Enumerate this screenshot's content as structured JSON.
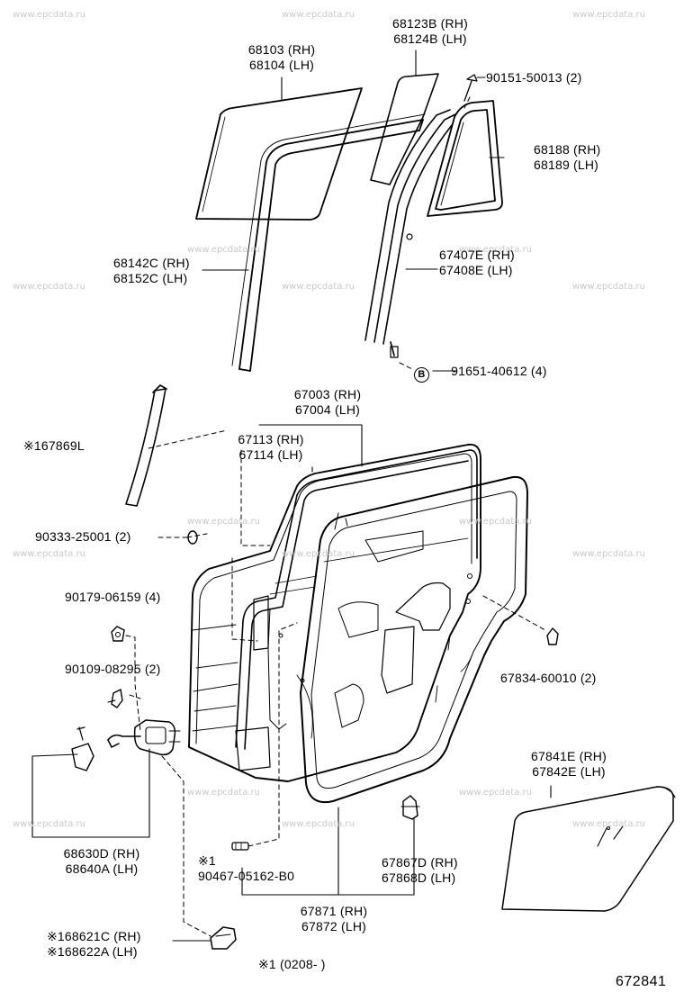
{
  "watermark": "www.epcdata.ru",
  "diagram_code": "672841",
  "footnote": "※1 (0208-        )",
  "labels": {
    "p68103": [
      "68103 (RH)",
      "68104 (LH)"
    ],
    "p68123": [
      "68123B (RH)",
      "68124B (LH)"
    ],
    "p90151": "90151-50013 (2)",
    "p68188": [
      "68188 (RH)",
      "68189 (LH)"
    ],
    "p68142": [
      "68142C (RH)",
      "68152C (LH)"
    ],
    "p67407": [
      "67407E (RH)",
      "67408E (LH)"
    ],
    "p91651": "91651-40612 (4)",
    "p91651_mark": "B",
    "p67003": [
      "67003 (RH)",
      "67004 (LH)"
    ],
    "p67113": [
      "67113 (RH)",
      "67114 (LH)"
    ],
    "p167869": "※167869L",
    "p90333": "90333-25001 (2)",
    "p90179": "90179-06159 (4)",
    "p90109": "90109-08295 (2)",
    "p67834": "67834-60010 (2)",
    "p67841": [
      "67841E (RH)",
      "67842E (LH)"
    ],
    "p68630": [
      "68630D (RH)",
      "68640A (LH)"
    ],
    "p90467": [
      "※1",
      "90467-05162-B0"
    ],
    "p67867": [
      "67867D (RH)",
      "67868D (LH)"
    ],
    "p67871": [
      "67871 (RH)",
      "67872 (LH)"
    ],
    "p168621": [
      "※168621C (RH)",
      "※168622A (LH)"
    ]
  }
}
